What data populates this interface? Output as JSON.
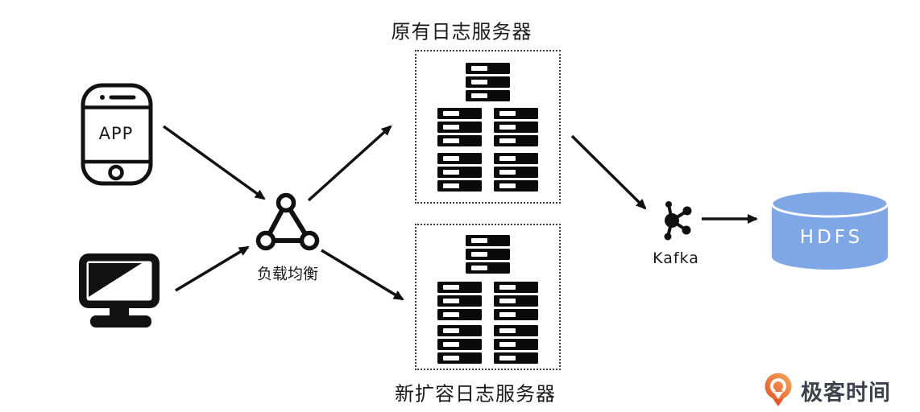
{
  "diagram": {
    "title_implicit": "log collection pipeline",
    "nodes": {
      "app": {
        "label": "APP",
        "type": "mobile-client"
      },
      "pc": {
        "type": "desktop-client"
      },
      "load_balancer": {
        "label": "负载均衡"
      },
      "original_cluster": {
        "label": "原有日志服务器",
        "servers": 5
      },
      "new_cluster": {
        "label": "新扩容日志服务器",
        "servers": 5
      },
      "kafka": {
        "label": "Kafka"
      },
      "hdfs": {
        "label": "HDFS"
      }
    },
    "edges": [
      {
        "from": "app",
        "to": "load_balancer"
      },
      {
        "from": "pc",
        "to": "load_balancer"
      },
      {
        "from": "load_balancer",
        "to": "original_cluster"
      },
      {
        "from": "load_balancer",
        "to": "new_cluster"
      },
      {
        "from": "original_cluster",
        "to": "kafka"
      },
      {
        "from": "kafka",
        "to": "hdfs"
      }
    ],
    "colors": {
      "ink": "#111111",
      "hdfs_fill": "#7FA7E6",
      "logo_orange_dark": "#E2572A",
      "logo_orange_light": "#F7A95C",
      "logo_text_color": "#3C424B"
    }
  },
  "branding": {
    "logo_text": "极客时间"
  }
}
